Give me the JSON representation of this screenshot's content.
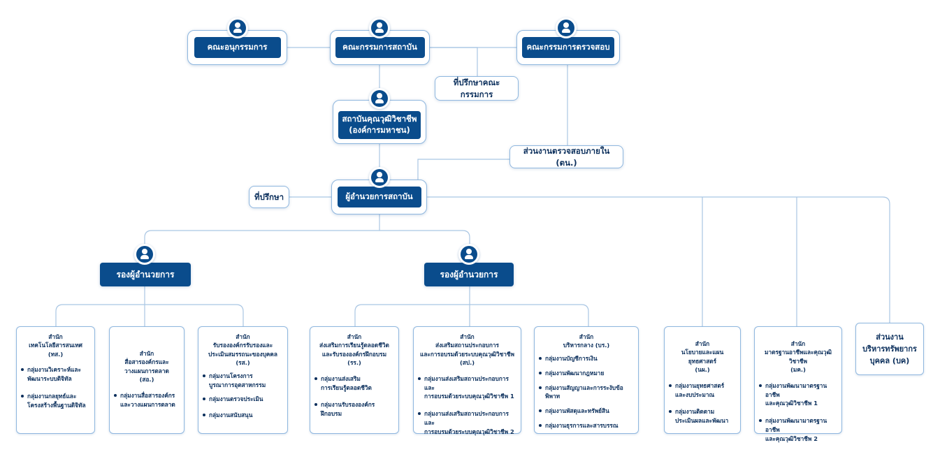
{
  "top": {
    "subcommittee": "คณะอนุกรรมการ",
    "board": "คณะกรรมการสถาบัน",
    "audit_committee": "คณะกรรมการตรวจสอบ",
    "board_advisor": "ที่ปรึกษาคณะกรรมการ",
    "institute": "สถาบันคุณวุฒิวิชาชีพ\n(องค์การมหาชน)",
    "internal_audit": "ส่วนงานตรวจสอบภายใน (ตน.)",
    "advisor": "ที่ปรึกษา",
    "director": "ผู้อำนวยการสถาบัน"
  },
  "deputies": [
    "รองผู้อำนวยการ",
    "รองผู้อำนวยการ"
  ],
  "offices": [
    {
      "title": "สำนัก\nเทคโนโลยีสารสนเทศ\n(ทส.)",
      "items": [
        "กลุ่มงานวิเคราะห์และ\nพัฒนาระบบดิจิทัล",
        "กลุ่มงานกลยุทธ์และ\nโครงสร้างพื้นฐานดิจิทัล"
      ]
    },
    {
      "title": "สำนัก\nสื่อสารองค์กรและ\nวางแผนการตลาด\n(สอ.)",
      "items": [
        "กลุ่มงานสื่อสารองค์กร\nและวางแผนการตลาด"
      ]
    },
    {
      "title": "สำนัก\nรับรององค์กรรับรองและ\nประเมินสมรรถนะของบุคคล\n(รส.)",
      "items": [
        "กลุ่มงานโครงการ\nบูรณาการอุตสาหกรรม",
        "กลุ่มงานตรวจประเมิน",
        "กลุ่มงานสนับสนุน"
      ]
    },
    {
      "title": "สำนัก\nส่งเสริมการเรียนรู้ตลอดชีวิต\nและรับรององค์กรฝึกอบรม\n(รร.)",
      "items": [
        "กลุ่มงานส่งเสริม\nการเรียนรู้ตลอดชีวิต",
        "กลุ่มงานรับรององค์กร\nฝึกอบรม"
      ]
    },
    {
      "title": "สำนัก\nส่งเสริมสถานประกอบการ\nและการอบรมด้วยระบบคุณวุฒิวิชาชีพ\n(สป.)",
      "items": [
        "กลุ่มงานส่งเสริมสถานประกอบการและ\nการอบรมด้วยระบบคุณวุฒิวิชาชีพ 1",
        "กลุ่มงานส่งเสริมสถานประกอบการและ\nการอบรมด้วยระบบคุณวุฒิวิชาชีพ 2"
      ]
    },
    {
      "title": "สำนัก\nบริหารกลาง (บร.)",
      "items": [
        "กลุ่มงานบัญชีการเงิน",
        "กลุ่มงานพัฒนากฎหมาย",
        "กลุ่มงานสัญญาและการระงับข้อพิพาท",
        "กลุ่มงานพัสดุและทรัพย์สิน",
        "กลุ่มงานธุรการและสารบรรณ"
      ]
    },
    {
      "title": "สำนัก\nนโยบายและแผนยุทธศาสตร์\n(นผ.)",
      "items": [
        "กลุ่มงานยุทธศาสตร์\nและงบประมาณ",
        "กลุ่มงานติดตาม\nประเมินผลและพัฒนา"
      ]
    },
    {
      "title": "สำนัก\nมาตรฐานอาชีพและคุณวุฒิวิชาชีพ\n(มค.)",
      "items": [
        "กลุ่มงานพัฒนามาตรฐานอาชีพ\nและคุณวุฒิวิชาชีพ 1",
        "กลุ่มงานพัฒนามาตรฐานอาชีพ\nและคุณวุฒิวิชาชีพ 2"
      ]
    }
  ],
  "hr_unit": "ส่วนงาน\nบริหารทรัพยากร\nบุคคล (บค)",
  "colors": {
    "primary": "#0a4c8c",
    "line": "#a9c6e3",
    "border": "#8fb7df"
  }
}
